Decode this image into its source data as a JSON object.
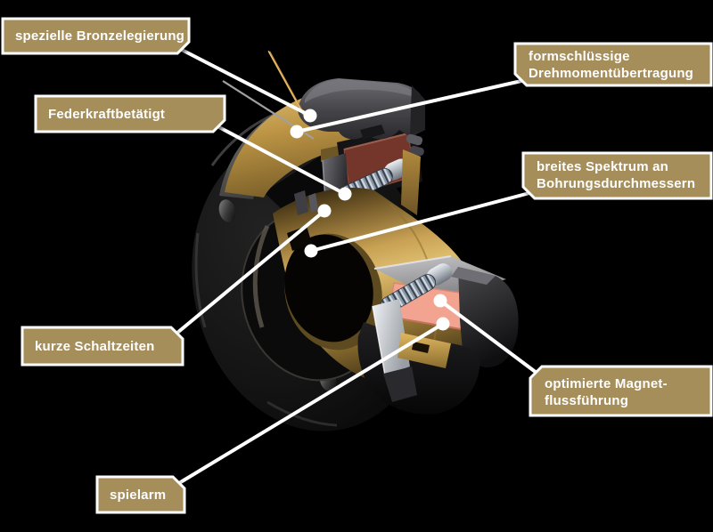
{
  "illustration": "electromagnetic-clutch-brake-cutaway",
  "labels": [
    {
      "id": "bronze",
      "line1": "spezielle Bronzelegierung"
    },
    {
      "id": "feder",
      "line1": "Federkraftbetätigt"
    },
    {
      "id": "form",
      "line1": "formschlüssige",
      "line2": "Drehmomentübertragung"
    },
    {
      "id": "bohrung",
      "line1": "breites Spektrum an",
      "line2": "Bohrungsdurchmessern"
    },
    {
      "id": "schalt",
      "line1": "kurze Schaltzeiten"
    },
    {
      "id": "magnet",
      "line1": "optimierte Magnet-",
      "line2": "flussführung"
    },
    {
      "id": "spielarm",
      "line1": "spielarm"
    }
  ],
  "colors": {
    "background": "#000000",
    "label_box": "#A58E5A",
    "label_border": "#FFFFFF",
    "label_text": "#FFFFFF",
    "leader": "#FFFFFF",
    "bronze_gold": "#C9A254",
    "housing_dark": "#2F2F33",
    "coil_upper_red": "#74352B",
    "coil_lower_salmon": "#F2A491",
    "spring_steel": "#8A97A6",
    "armature_silver": "#C9CED4"
  }
}
